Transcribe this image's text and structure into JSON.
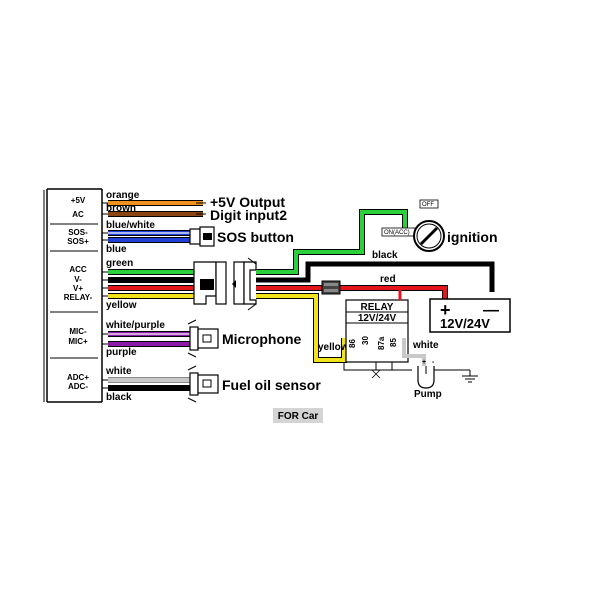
{
  "device_pins": {
    "p5v": "+5V",
    "ac": "AC",
    "sos_minus": "SOS-",
    "sos_plus": "SOS+",
    "acc": "ACC",
    "v_minus": "V-",
    "v_plus": "V+",
    "relay_minus": "RELAY-",
    "mic_minus": "MIC-",
    "mic_plus": "MIC+",
    "adc_plus": "ADC+",
    "adc_minus": "ADC-"
  },
  "wires": {
    "orange": "orange",
    "brown": "brown",
    "blue_white": "blue/white",
    "blue": "blue",
    "green": "green",
    "yellow": "yellow",
    "white_purple": "white/purple",
    "purple": "purple",
    "white": "white",
    "black": "black",
    "black_top": "black",
    "red": "red",
    "yellow_relay": "yellow",
    "white_relay": "white"
  },
  "devices": {
    "output_5v": "+5V Output",
    "digit_input": "Digit input2",
    "sos_button": "SOS button",
    "ignition": "ignition",
    "microphone": "Microphone",
    "fuel_sensor": "Fuel oil sensor",
    "battery": "12V/24V",
    "battery_plus": "+",
    "battery_minus": "—",
    "pump": "Pump"
  },
  "switch": {
    "off": "OFF",
    "on_acc": "ON(ACC)"
  },
  "relay": {
    "title": "RELAY",
    "voltage": "12V/24V",
    "pin_30": "30",
    "pin_86": "86",
    "pin_87a": "87a",
    "pin_85": "85"
  },
  "caption": "FOR Car",
  "colors": {
    "orange": "#f0921e",
    "brown": "#8b4513",
    "blue": "#1f3fd6",
    "green": "#2bd13a",
    "red": "#e5161b",
    "yellow": "#f1e21c",
    "purple": "#8a1aa7",
    "white_wire": "#c8c8c8",
    "black": "#000000",
    "caption_bg": "#d4d4d4"
  }
}
